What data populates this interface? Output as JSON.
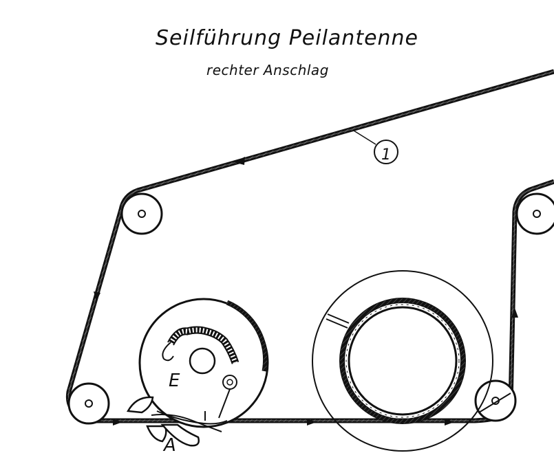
{
  "diagram": {
    "title": "Seilführung Peilantenne",
    "subtitle": "rechter Anschlag",
    "callout_number": "1",
    "label_e": "E",
    "label_a": "A"
  },
  "style": {
    "ink": "#111111",
    "hatch": "#444444",
    "paper": "#ffffff"
  }
}
